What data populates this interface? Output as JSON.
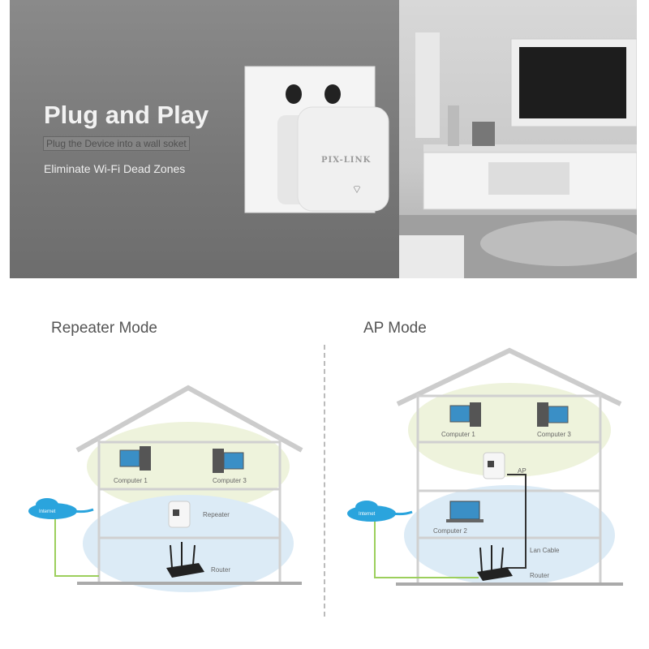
{
  "banner": {
    "title": "Plug and Play",
    "subtitle_boxed": "Plug the Device into a wall soket",
    "subtitle": "Eliminate Wi-Fi Dead Zones",
    "device_brand": "PIX-LINK"
  },
  "repeater_mode": {
    "title": "Repeater Mode",
    "internet": "Internet",
    "computer1": "Computer 1",
    "computer3": "Computer 3",
    "repeater": "Repeater",
    "router": "Router"
  },
  "ap_mode": {
    "title": "AP Mode",
    "internet": "Internet",
    "computer1": "Computer 1",
    "computer3": "Computer 3",
    "ap": "AP",
    "computer2": "Computer 2",
    "lan_cable": "Lan Cable",
    "router": "Router"
  },
  "colors": {
    "green_zone": "#eef3dc",
    "blue_zone": "#dcebf6",
    "cable": "#9ccf5c",
    "cloud": "#2aa4dd"
  }
}
